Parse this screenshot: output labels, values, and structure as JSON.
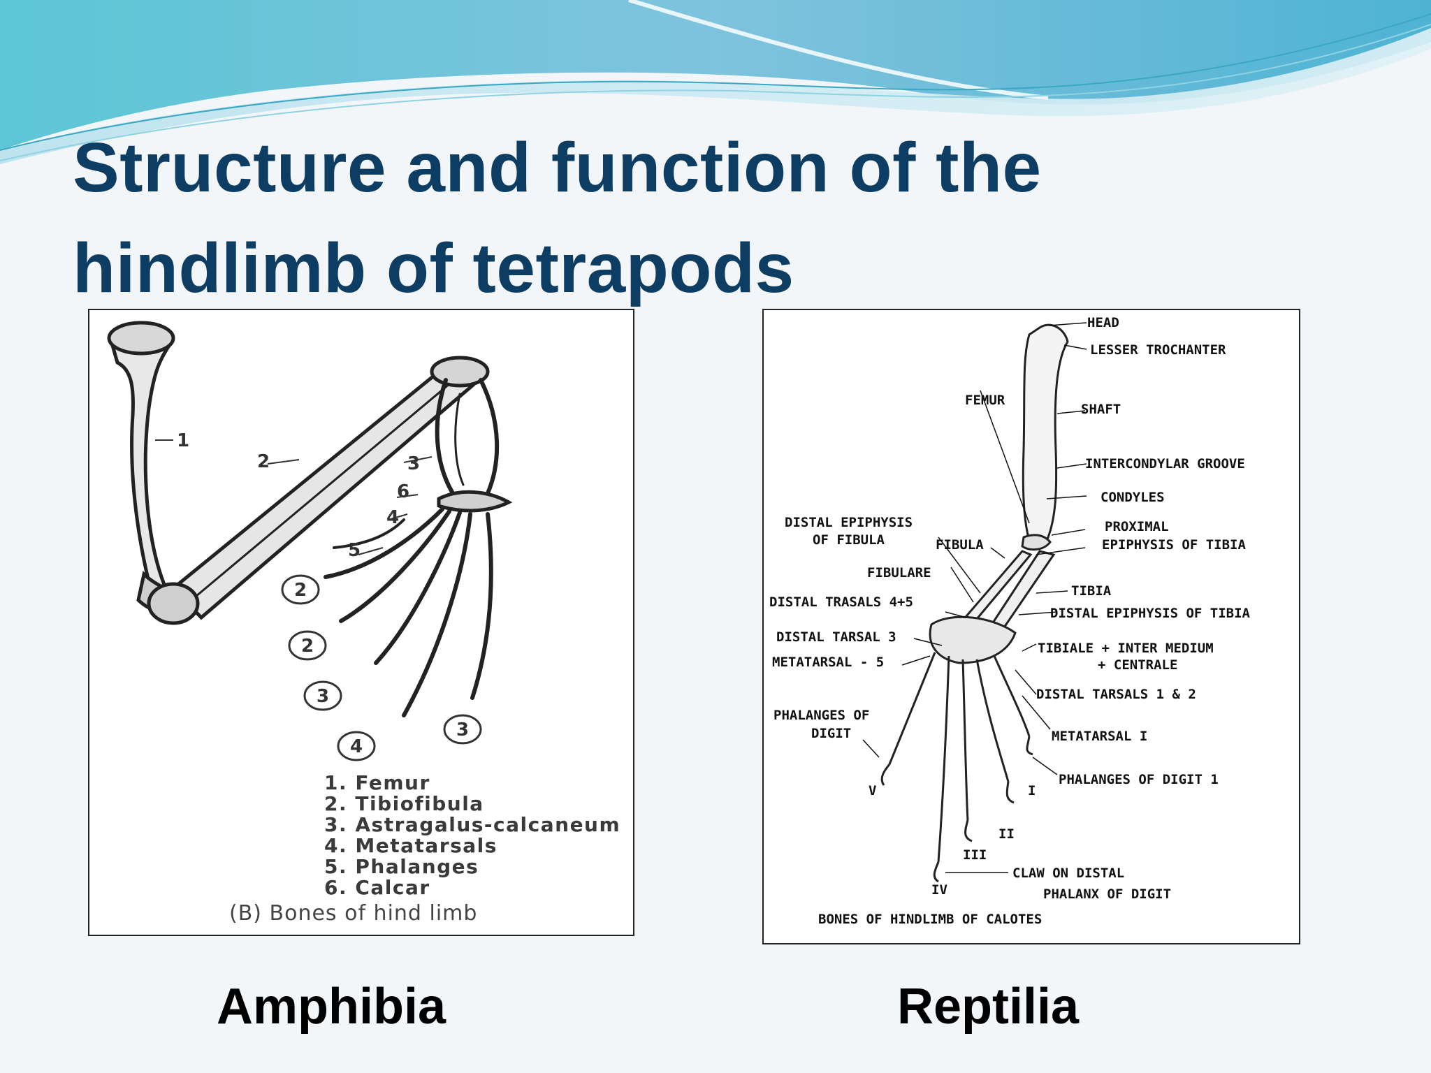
{
  "slide": {
    "title_line1": "Structure and function of the",
    "title_line2": "hindlimb of tetrapods"
  },
  "amphibia": {
    "class_label": "Amphibia",
    "bone_numbers": {
      "femur": "1",
      "tibiofibula": "2",
      "astragalus": "3",
      "calcar": "6",
      "metatarsals": "4",
      "phalanges": "5"
    },
    "digit_counts": [
      "2",
      "2",
      "3",
      "4",
      "3"
    ],
    "legend": [
      "1. Femur",
      "2. Tibiofibula",
      "3. Astragalus-calcaneum",
      "4. Metatarsals",
      "5. Phalanges",
      "6. Calcar"
    ],
    "caption": "(B) Bones of hind limb"
  },
  "reptilia": {
    "class_label": "Reptilia",
    "labels": {
      "head": "HEAD",
      "lesser_trochanter": "LESSER TROCHANTER",
      "femur": "FEMUR",
      "shaft": "SHAFT",
      "intercondylar_groove": "INTERCONDYLAR GROOVE",
      "condyles": "CONDYLES",
      "distal_epiphysis_fibula_1": "DISTAL EPIPHYSIS",
      "distal_epiphysis_fibula_2": "OF FIBULA",
      "fibula": "FIBULA",
      "proximal_1": "PROXIMAL",
      "proximal_2": "EPIPHYSIS OF TIBIA",
      "fibulare": "FIBULARE",
      "tibia": "TIBIA",
      "distal_tarsals_45": "DISTAL TRASALS 4+5",
      "distal_epiphysis_tibia": "DISTAL EPIPHYSIS OF TIBIA",
      "distal_tarsal_3": "DISTAL TARSAL 3",
      "tibiale_1": "TIBIALE + INTER MEDIUM",
      "tibiale_2": "+ CENTRALE",
      "metatarsal_5": "METATARSAL - 5",
      "distal_tarsals_12": "DISTAL TARSALS 1 & 2",
      "phalanges_digit_1": "PHALANGES OF",
      "phalanges_digit_2": "DIGIT",
      "metatarsal_1": "METATARSAL I",
      "phalanges_digit_one": "PHALANGES OF DIGIT 1",
      "claw_1": "CLAW ON DISTAL",
      "claw_2": "PHALANX OF DIGIT",
      "caption": "BONES OF HINDLIMB OF CALOTES"
    },
    "digits": [
      "V",
      "I",
      "II",
      "III",
      "IV"
    ]
  }
}
